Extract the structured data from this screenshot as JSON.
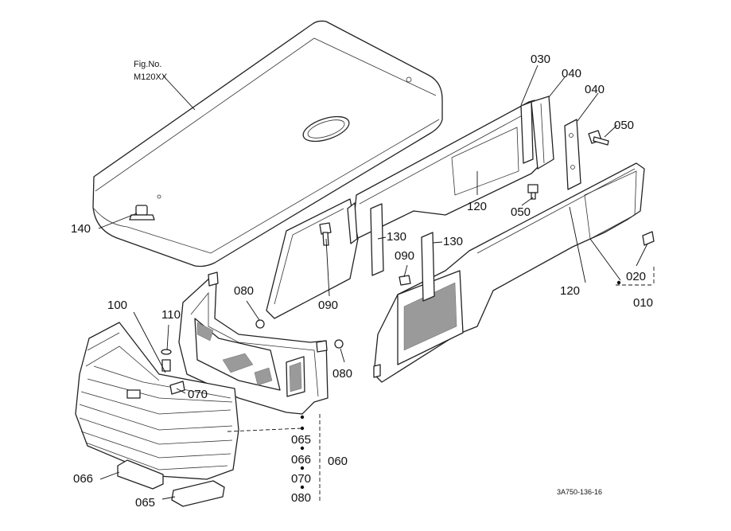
{
  "figure": {
    "fig_label": "Fig.No.",
    "fig_number": "M120XX",
    "drawing_code": "3A750-136-16"
  },
  "parts": {
    "p010": "010",
    "p020": "020",
    "p030": "030",
    "p040a": "040",
    "p040b": "040",
    "p050a": "050",
    "p050b": "050",
    "p060": "060",
    "p065a": "065",
    "p065b": "065",
    "p066a": "066",
    "p066b": "066",
    "p070a": "070",
    "p070b": "070",
    "p080a": "080",
    "p080b": "080",
    "p080c": "080",
    "p090a": "090",
    "p090b": "090",
    "p100": "100",
    "p110": "110",
    "p120a": "120",
    "p120b": "120",
    "p130a": "130",
    "p130b": "130",
    "p140": "140"
  }
}
